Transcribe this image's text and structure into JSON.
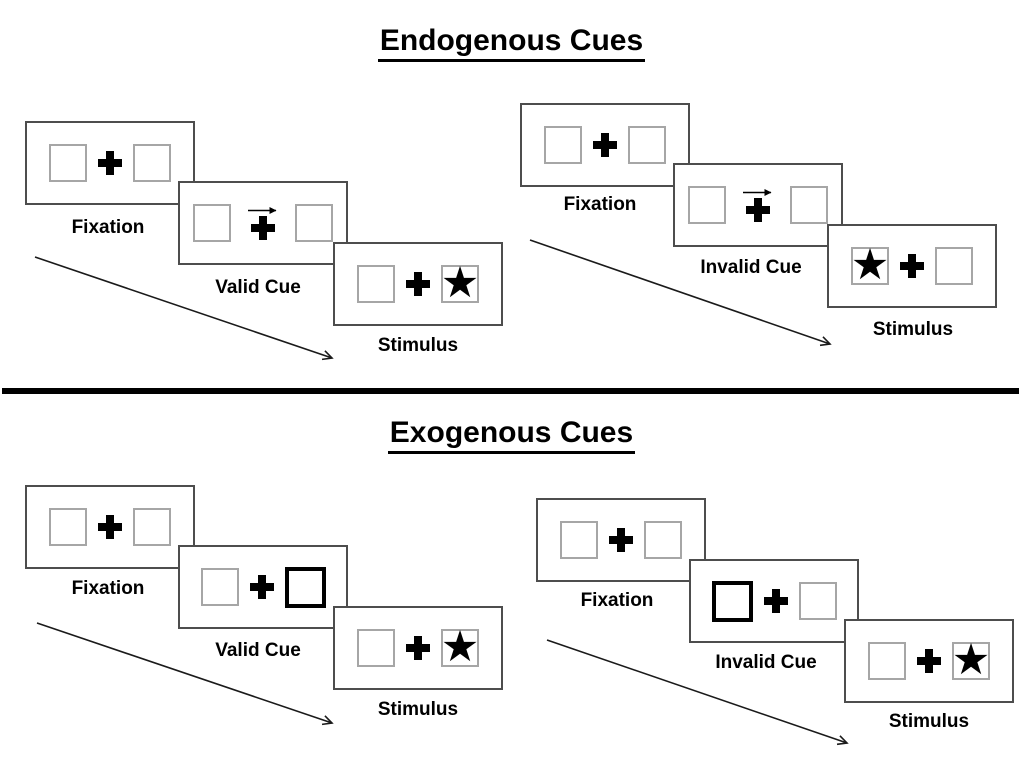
{
  "diagram": {
    "kind": "posner-cueing-task",
    "sections": [
      {
        "title": "Endogenous Cues",
        "trials": [
          {
            "name": "valid-trial",
            "cue_style": "central-arrow",
            "cue_direction": "right",
            "target_side": "right",
            "steps": [
              {
                "label": "Fixation"
              },
              {
                "label": "Valid Cue"
              },
              {
                "label": "Stimulus"
              }
            ]
          },
          {
            "name": "invalid-trial",
            "cue_style": "central-arrow",
            "cue_direction": "right",
            "target_side": "left",
            "steps": [
              {
                "label": "Fixation"
              },
              {
                "label": "Invalid Cue"
              },
              {
                "label": "Stimulus"
              }
            ]
          }
        ]
      },
      {
        "title": "Exogenous Cues",
        "trials": [
          {
            "name": "valid-trial",
            "cue_style": "peripheral-box-highlight",
            "cue_side": "right",
            "target_side": "right",
            "steps": [
              {
                "label": "Fixation"
              },
              {
                "label": "Valid Cue"
              },
              {
                "label": "Stimulus"
              }
            ]
          },
          {
            "name": "invalid-trial",
            "cue_style": "peripheral-box-highlight",
            "cue_side": "left",
            "target_side": "right",
            "steps": [
              {
                "label": "Fixation"
              },
              {
                "label": "Invalid Cue"
              },
              {
                "label": "Stimulus"
              }
            ]
          }
        ]
      }
    ],
    "icons": {
      "target_star": "★",
      "fixation_cross": "+",
      "cue_arrow": "→"
    },
    "colors": {
      "background": "#ffffff",
      "frame_border": "#4d4d4d",
      "box_border": "#a6a6a6",
      "ink": "#000000"
    }
  }
}
